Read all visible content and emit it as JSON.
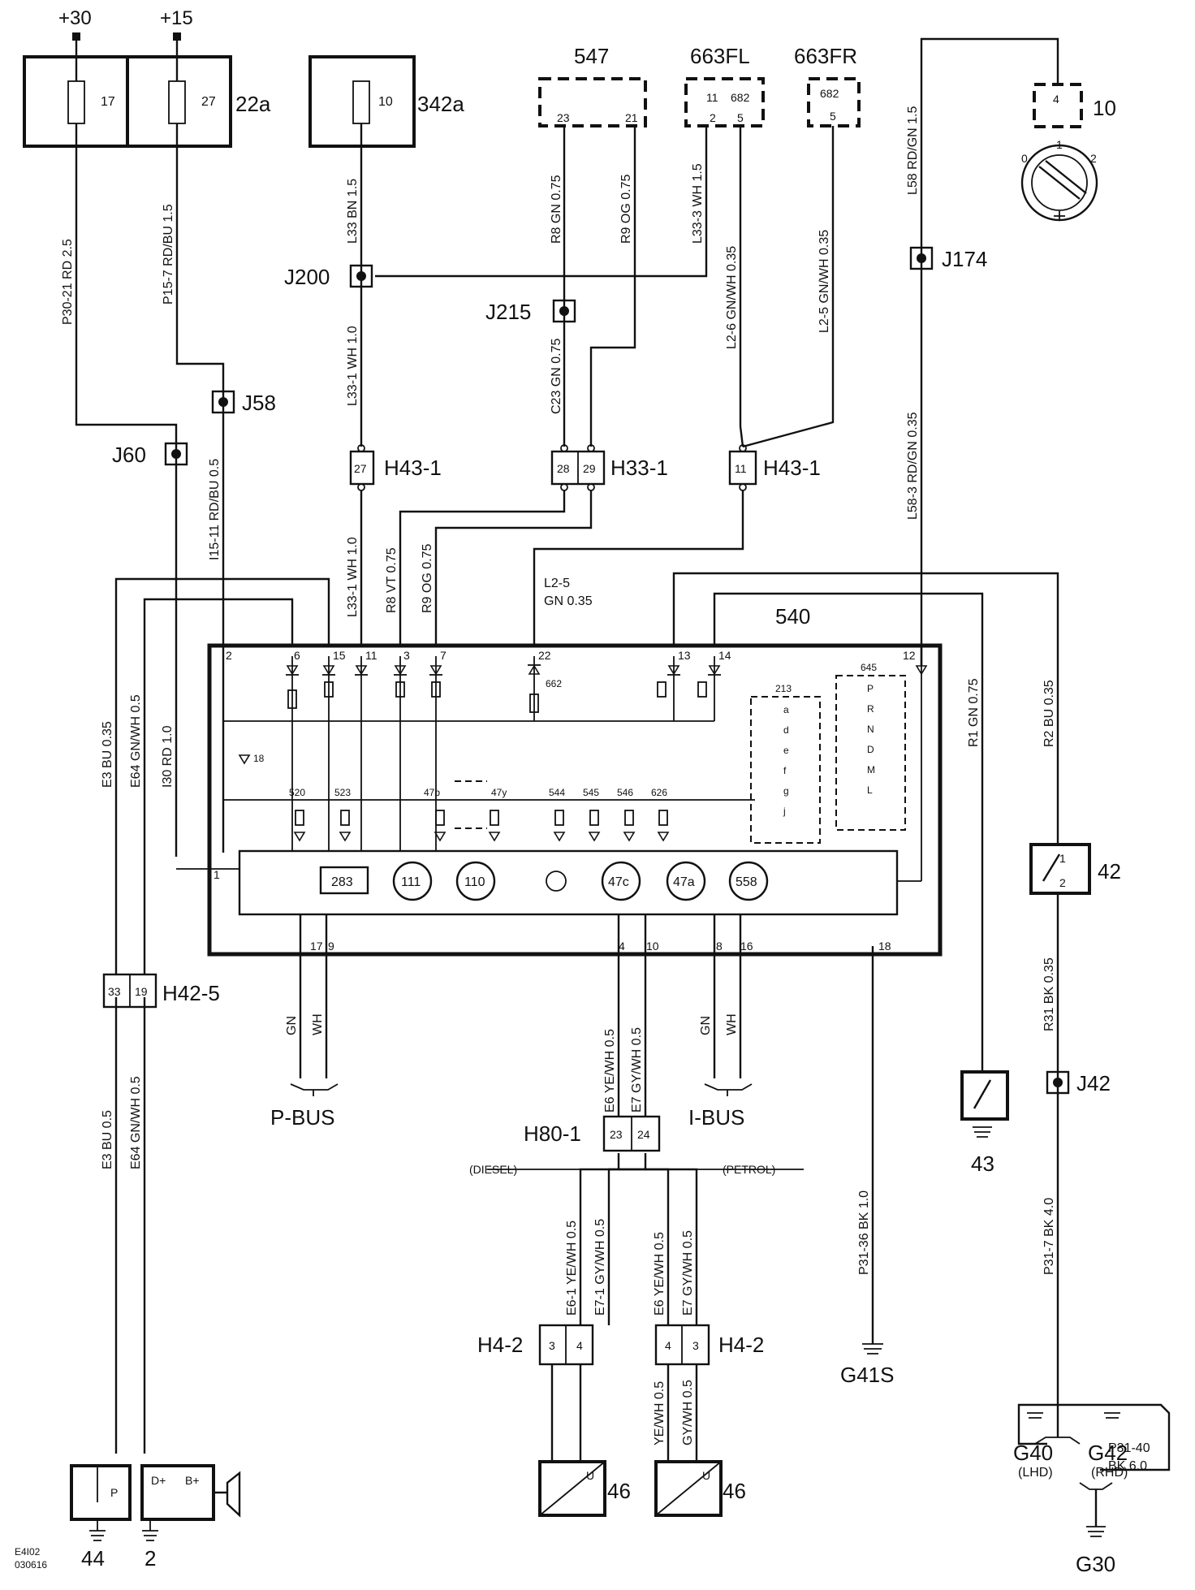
{
  "supply": {
    "plus30": "+30",
    "plus15": "+15"
  },
  "fuses": {
    "box_22a": "22a",
    "fuse_17": "17",
    "fuse_27": "27",
    "box_342a": "342a",
    "fuse_10": "10"
  },
  "top_components": {
    "c547": "547",
    "c547_pin_a": "23",
    "c547_pin_b": "21",
    "c663fl": "663FL",
    "c663fl_pin_11": "11",
    "c663fl_pin_682": "682",
    "c663fl_pin_2": "2",
    "c663fl_pin_5": "5",
    "c663fr": "663FR",
    "c663fr_pin_682": "682",
    "c663fr_pin_5": "5",
    "c10": "10",
    "c10_pin": "4"
  },
  "ignition_switch": {
    "p0": "0",
    "p1": "1",
    "p2": "2"
  },
  "wires": {
    "w_p30_21": "P30-21  RD  2.5",
    "w_p15_7": "P15-7  RD/BU  1.5",
    "w_l33": "L33  BN  1.5",
    "w_r8": "R8  GN  0.75",
    "w_r9": "R9  OG  0.75",
    "w_l33_3": "L33-3  WH  1.5",
    "w_l2_6": "L2-6  GN/WH  0.35",
    "w_l2_5_top": "L2-5  GN/WH  0.35",
    "w_l58": "L58  RD/GN  1.5",
    "w_l33_1_upper": "L33-1  WH  1.0",
    "w_c23": "C23  GN  0.75",
    "w_l58_3": "L58-3  RD/GN  0.35",
    "w_i15_11": "I15-11  RD/BU  0.5",
    "w_l33_1_lower": "L33-1  WH  1.0",
    "w_r8_vt": "R8  VT  0.75",
    "w_r9_og": "R9  OG  0.75",
    "w_l2_5a": "L2-5",
    "w_l2_5b": "GN 0.35",
    "w_e3_upper": "E3  BU  0.35",
    "w_e64_upper": "E64  GN/WH  0.5",
    "w_i30": "I30  RD  1.0",
    "w_r1": "R1  GN  0.75",
    "w_r2": "R2  BU  0.35",
    "w_e3_lower": "E3  BU  0.5",
    "w_e64_lower": "E64  GN/WH  0.5",
    "w_pbus_gn": "GN",
    "w_pbus_wh": "WH",
    "w_ibus_gn": "GN",
    "w_ibus_wh": "WH",
    "w_e6": "E6  YE/WH  0.5",
    "w_e7": "E7  GY/WH  0.5",
    "w_e6_1": "E6-1  YE/WH  0.5",
    "w_e7_1": "E7-1  GY/WH  0.5",
    "w_e6_r": "E6  YE/WH  0.5",
    "w_e7_r": "E7  GY/WH  0.5",
    "w_ye_low": "YE/WH  0.5",
    "w_gy_low": "GY/WH  0.5",
    "w_p31_36": "P31-36  BK  1.0",
    "w_r31": "R31  BK  0.35",
    "w_p31_7": "P31-7  BK  4.0",
    "w_p31_40a": "P31-40",
    "w_p31_40b": "BK  6.0"
  },
  "junctions": {
    "j200": "J200",
    "j215": "J215",
    "j174": "J174",
    "j58": "J58",
    "j60": "J60",
    "j42": "J42"
  },
  "connectors": {
    "h43_1_left": "H43-1",
    "h43_1_left_pin": "27",
    "h33_1": "H33-1",
    "h33_1_pin_a": "28",
    "h33_1_pin_b": "29",
    "h43_1_right": "H43-1",
    "h43_1_right_pin": "11",
    "h42_5": "H42-5",
    "h42_5_pin_a": "33",
    "h42_5_pin_b": "19",
    "h80_1": "H80-1",
    "h80_1_pin_a": "23",
    "h80_1_pin_b": "24",
    "h4_2_left": "H4-2",
    "h4_2_left_pin_a": "3",
    "h4_2_left_pin_b": "4",
    "h4_2_right": "H4-2",
    "h4_2_right_pin_a": "4",
    "h4_2_right_pin_b": "3"
  },
  "cluster": {
    "name": "540",
    "top_pins": [
      "2",
      "6",
      "15",
      "11",
      "3",
      "7",
      "22",
      "13",
      "14",
      "12"
    ],
    "left_pin": "1",
    "bottom_pins": [
      "17",
      "9",
      "4",
      "10",
      "8",
      "16",
      "18"
    ],
    "label_662": "662",
    "label_18": "18",
    "lamps": [
      "520",
      "523",
      "47b",
      "47y",
      "544",
      "545",
      "546",
      "626"
    ],
    "group_213": "213",
    "group_213_items": [
      "a",
      "d",
      "e",
      "f",
      "g",
      "j"
    ],
    "group_645": "645",
    "group_645_items": [
      "P",
      "R",
      "N",
      "D",
      "M",
      "L"
    ],
    "gauges": [
      "283",
      "111",
      "110",
      "47c",
      "47a",
      "558"
    ]
  },
  "buses": {
    "pbus": "P-BUS",
    "ibus": "I-BUS"
  },
  "variants": {
    "diesel": "(DIESEL)",
    "petrol": "(PETROL)"
  },
  "bottom": {
    "c44": "44",
    "c44_p": "P",
    "c2": "2",
    "c2_dplus": "D+",
    "c2_bplus": "B+",
    "c46_left": "46",
    "c46_right": "46",
    "c46_u": "U",
    "g41s": "G41S",
    "c43": "43",
    "c42": "42",
    "c42_p1": "1",
    "c42_p2": "2",
    "g40": "G40",
    "g40_sub": "(LHD)",
    "g42": "G42",
    "g42_sub": "(RHD)",
    "g30": "G30"
  },
  "doc_code": {
    "line1": "E4I02",
    "line2": "030616"
  }
}
